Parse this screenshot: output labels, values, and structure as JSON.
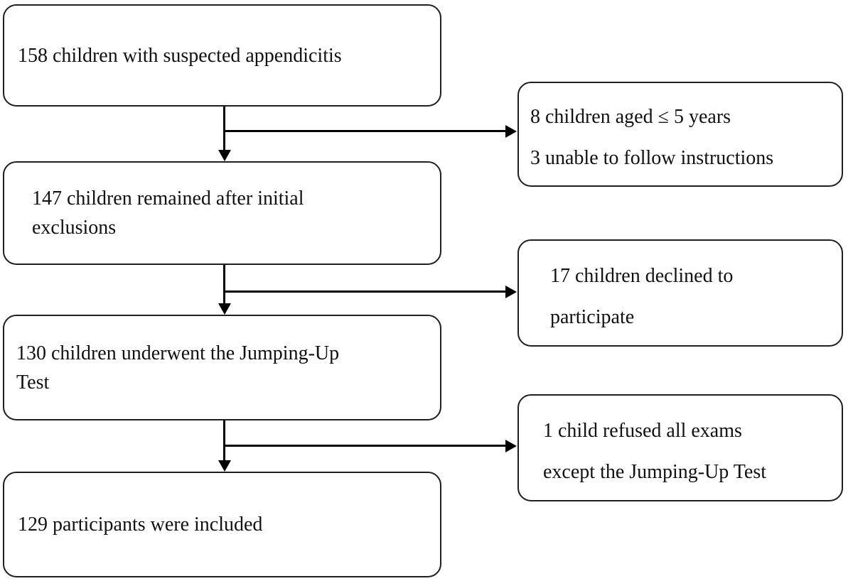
{
  "colors": {
    "background": "#ffffff",
    "box_border": "#1f1f1f",
    "text": "#111111",
    "arrow": "#000000"
  },
  "flow": {
    "main_boxes": [
      {
        "id": "suspected",
        "lines": [
          "158 children with suspected appendicitis"
        ]
      },
      {
        "id": "after-exclusions",
        "lines": [
          "147 children remained after initial",
          "exclusions"
        ]
      },
      {
        "id": "jumping-up-test",
        "lines": [
          "130 children underwent the Jumping-Up",
          "Test"
        ]
      },
      {
        "id": "included",
        "lines": [
          "129 participants were included"
        ]
      }
    ],
    "exclusion_boxes": [
      {
        "id": "age-exclusions",
        "lines": [
          "8 children aged ≤ 5 years",
          "3 unable to follow instructions"
        ]
      },
      {
        "id": "declined",
        "lines": [
          "17 children declined to",
          "participate"
        ]
      },
      {
        "id": "refused-exams",
        "lines": [
          "1 child refused all exams",
          "except the Jumping-Up Test"
        ]
      }
    ],
    "connections": [
      {
        "from": "suspected",
        "to": "after-exclusions",
        "type": "down-arrow"
      },
      {
        "from": "suspected",
        "to": "age-exclusions",
        "type": "branch-arrow"
      },
      {
        "from": "after-exclusions",
        "to": "jumping-up-test",
        "type": "down-arrow"
      },
      {
        "from": "after-exclusions",
        "to": "declined",
        "type": "branch-arrow"
      },
      {
        "from": "jumping-up-test",
        "to": "included",
        "type": "down-arrow"
      },
      {
        "from": "jumping-up-test",
        "to": "refused-exams",
        "type": "branch-arrow"
      }
    ]
  }
}
